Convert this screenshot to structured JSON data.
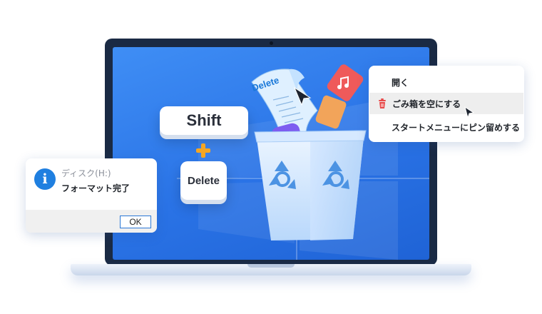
{
  "keys": {
    "shift_label": "Shift",
    "delete_label": "Delete"
  },
  "paper": {
    "label": "Delete"
  },
  "dialog": {
    "title": "ディスク(H:)",
    "message": "フォーマット完了",
    "ok_label": "OK"
  },
  "context_menu": {
    "items": [
      {
        "label": "開く"
      },
      {
        "label": "ごみ箱を空にする",
        "icon": "trash-icon",
        "highlighted": true
      },
      {
        "label": "スタートメニューにピン留めする"
      }
    ]
  },
  "colors": {
    "screen_blue": "#2a73e6",
    "info_blue": "#1f7fe0",
    "plus_orange": "#f5a623",
    "trash_red": "#e84a4a",
    "music_file_red": "#ef5a5a"
  }
}
